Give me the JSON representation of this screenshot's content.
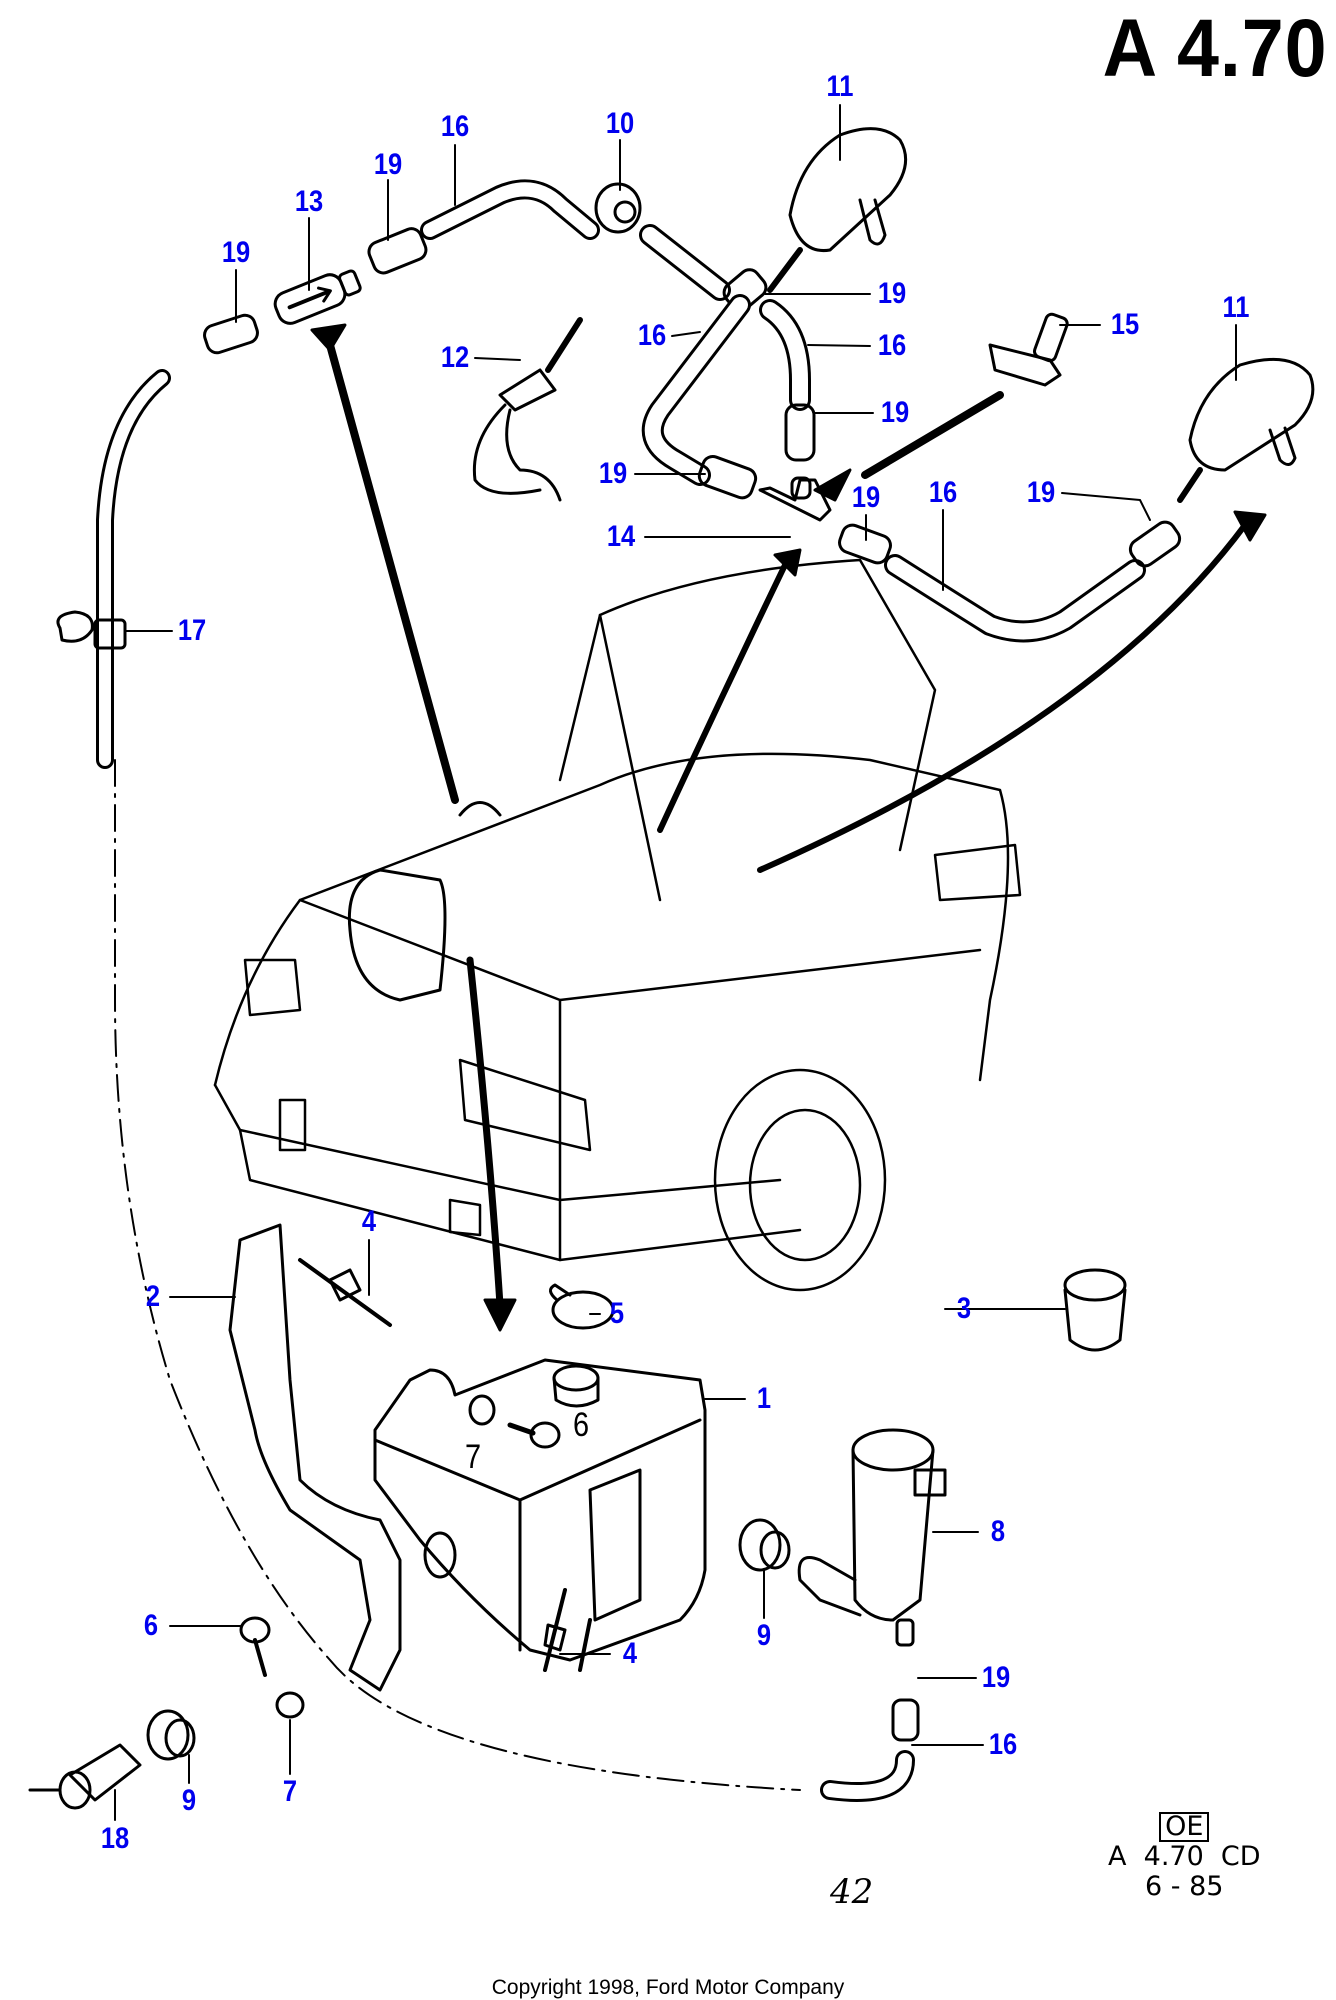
{
  "page": {
    "title": "A 4.70",
    "reference": {
      "boxed_code": "OE",
      "code": "A  4.70  CD",
      "date": "6 - 85"
    },
    "handwritten_note": "42",
    "copyright": "Copyright 1998, Ford Motor Company"
  },
  "diagram": {
    "subject": "Windscreen / headlamp washer system exploded parts view",
    "label_color": "#0000ee",
    "callouts": [
      {
        "id": "c-11a",
        "text": "11"
      },
      {
        "id": "c-10",
        "text": "10"
      },
      {
        "id": "c-16a",
        "text": "16"
      },
      {
        "id": "c-19a",
        "text": "19"
      },
      {
        "id": "c-13",
        "text": "13"
      },
      {
        "id": "c-19b",
        "text": "19"
      },
      {
        "id": "c-12",
        "text": "12"
      },
      {
        "id": "c-19c",
        "text": "19"
      },
      {
        "id": "c-16b",
        "text": "16"
      },
      {
        "id": "c-16c",
        "text": "16"
      },
      {
        "id": "c-15",
        "text": "15"
      },
      {
        "id": "c-11b",
        "text": "11"
      },
      {
        "id": "c-19d",
        "text": "19"
      },
      {
        "id": "c-19e",
        "text": "19"
      },
      {
        "id": "c-19f",
        "text": "19"
      },
      {
        "id": "c-16d",
        "text": "16"
      },
      {
        "id": "c-19g",
        "text": "19"
      },
      {
        "id": "c-14",
        "text": "14"
      },
      {
        "id": "c-17",
        "text": "17"
      },
      {
        "id": "c-4a",
        "text": "4"
      },
      {
        "id": "c-2",
        "text": "2"
      },
      {
        "id": "c-3",
        "text": "3"
      },
      {
        "id": "c-5",
        "text": "5"
      },
      {
        "id": "c-1",
        "text": "1"
      },
      {
        "id": "c-6a",
        "text": "6"
      },
      {
        "id": "c-7a",
        "text": "7"
      },
      {
        "id": "c-8",
        "text": "8"
      },
      {
        "id": "c-6b",
        "text": "6"
      },
      {
        "id": "c-4b",
        "text": "4"
      },
      {
        "id": "c-9a",
        "text": "9"
      },
      {
        "id": "c-19h",
        "text": "19"
      },
      {
        "id": "c-16e",
        "text": "16"
      },
      {
        "id": "c-9b",
        "text": "9"
      },
      {
        "id": "c-7b",
        "text": "7"
      },
      {
        "id": "c-18",
        "text": "18"
      }
    ]
  }
}
